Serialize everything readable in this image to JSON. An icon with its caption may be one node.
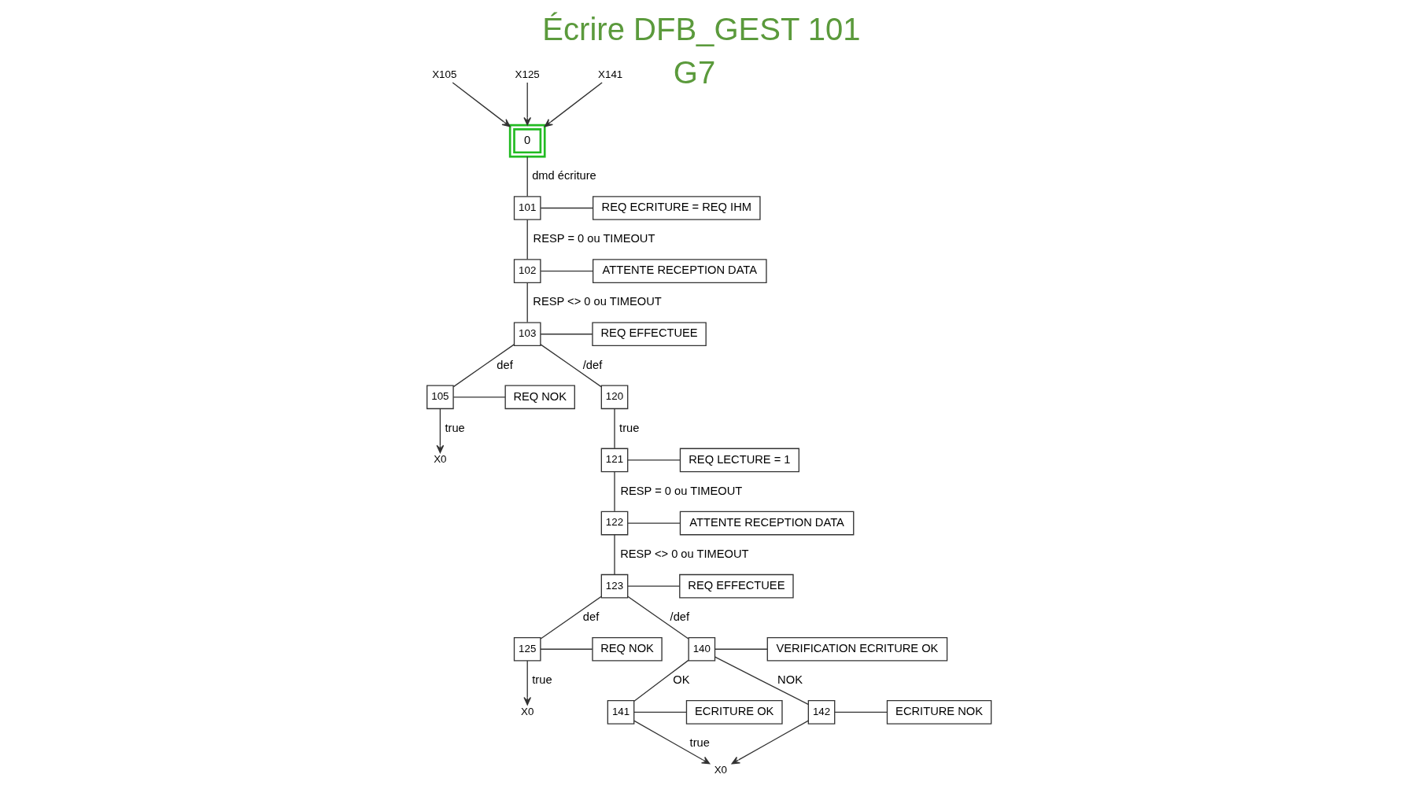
{
  "diagram": {
    "title": "Écrire DFB_GEST 101",
    "nodes": [
      {
        "text": [
          "X105"
        ]
      },
      {
        "text": [
          "X125"
        ]
      },
      {
        "text": [
          "X141"
        ]
      },
      {
        "text": [
          "0"
        ]
      },
      {
        "text": [
          "101"
        ]
      },
      {
        "text": [
          "REQ ECRITURE = REQ IHM"
        ]
      },
      {
        "text": [
          "102"
        ]
      },
      {
        "text": [
          "ATTENTE RECEPTION DATA"
        ]
      },
      {
        "text": [
          "103"
        ]
      },
      {
        "text": [
          "REQ EFFECTUEE"
        ]
      },
      {
        "text": [
          "105"
        ]
      },
      {
        "text": [
          "REQ NOK"
        ]
      },
      {
        "text": [
          "X0"
        ]
      },
      {
        "text": [
          "120"
        ]
      },
      {
        "text": [
          "121"
        ]
      },
      {
        "text": [
          "REQ LECTURE = 1"
        ]
      },
      {
        "text": [
          "122"
        ]
      },
      {
        "text": [
          "ATTENTE RECEPTION DATA"
        ]
      },
      {
        "text": [
          "123"
        ]
      },
      {
        "text": [
          "REQ EFFECTUEE"
        ]
      },
      {
        "text": [
          "125"
        ]
      },
      {
        "text": [
          "REQ NOK"
        ]
      },
      {
        "text": [
          "X0"
        ]
      },
      {
        "text": [
          "140"
        ]
      },
      {
        "text": [
          "VERIFICATION ECRITURE OK"
        ]
      },
      {
        "text": [
          "141"
        ]
      },
      {
        "text": [
          "ECRITURE OK"
        ]
      },
      {
        "text": [
          "142"
        ]
      },
      {
        "text": [
          "ECRITURE NOK"
        ]
      },
      {
        "text": [
          "X0"
        ]
      }
    ],
    "edges": [
      {
        "from": 0,
        "to": 3,
        "arrow": "to"
      },
      {
        "from": 1,
        "to": 3,
        "arrow": "to"
      },
      {
        "from": 2,
        "to": 3,
        "arrow": "to"
      },
      {
        "from": 3,
        "to": 4,
        "label": "dmd écriture",
        "arrow": "none"
      },
      {
        "from": 4,
        "to": 5,
        "arrow": "none"
      },
      {
        "from": 4,
        "to": 6,
        "label": "RESP = 0 ou TIMEOUT",
        "arrow": "none"
      },
      {
        "from": 6,
        "to": 7,
        "arrow": "none"
      },
      {
        "from": 6,
        "to": 8,
        "label": "RESP <> 0 ou TIMEOUT",
        "arrow": "none"
      },
      {
        "from": 8,
        "to": 9,
        "arrow": "none"
      },
      {
        "from": 8,
        "to": 10,
        "label": "def",
        "arrow": "none"
      },
      {
        "from": 8,
        "to": 13,
        "label": "/def",
        "arrow": "none"
      },
      {
        "from": 10,
        "to": 11,
        "arrow": "none"
      },
      {
        "from": 10,
        "to": 12,
        "label": "true",
        "arrow": "to"
      },
      {
        "from": 13,
        "to": 14,
        "label": "true",
        "arrow": "none"
      },
      {
        "from": 14,
        "to": 15,
        "arrow": "none"
      },
      {
        "from": 14,
        "to": 16,
        "label": "RESP = 0 ou TIMEOUT",
        "arrow": "none"
      },
      {
        "from": 16,
        "to": 17,
        "arrow": "none"
      },
      {
        "from": 16,
        "to": 18,
        "label": "RESP <> 0 ou TIMEOUT",
        "arrow": "none"
      },
      {
        "from": 18,
        "to": 19,
        "arrow": "none"
      },
      {
        "from": 18,
        "to": 20,
        "label": "def",
        "arrow": "none"
      },
      {
        "from": 18,
        "to": 23,
        "label": "/def",
        "arrow": "none"
      },
      {
        "from": 20,
        "to": 21,
        "arrow": "none"
      },
      {
        "from": 20,
        "to": 22,
        "label": "true",
        "arrow": "to"
      },
      {
        "from": 23,
        "to": 24,
        "arrow": "none"
      },
      {
        "from": 23,
        "to": 25,
        "label": "OK",
        "arrow": "none"
      },
      {
        "from": 23,
        "to": 27,
        "label": "NOK",
        "arrow": "none"
      },
      {
        "from": 25,
        "to": 26,
        "arrow": "none"
      },
      {
        "from": 27,
        "to": 28,
        "arrow": "none"
      },
      {
        "from": 25,
        "to": 29,
        "label": "true",
        "arrow": "to"
      },
      {
        "from": 27,
        "to": 29,
        "arrow": "to"
      }
    ],
    "labels": [
      "G7"
    ]
  }
}
